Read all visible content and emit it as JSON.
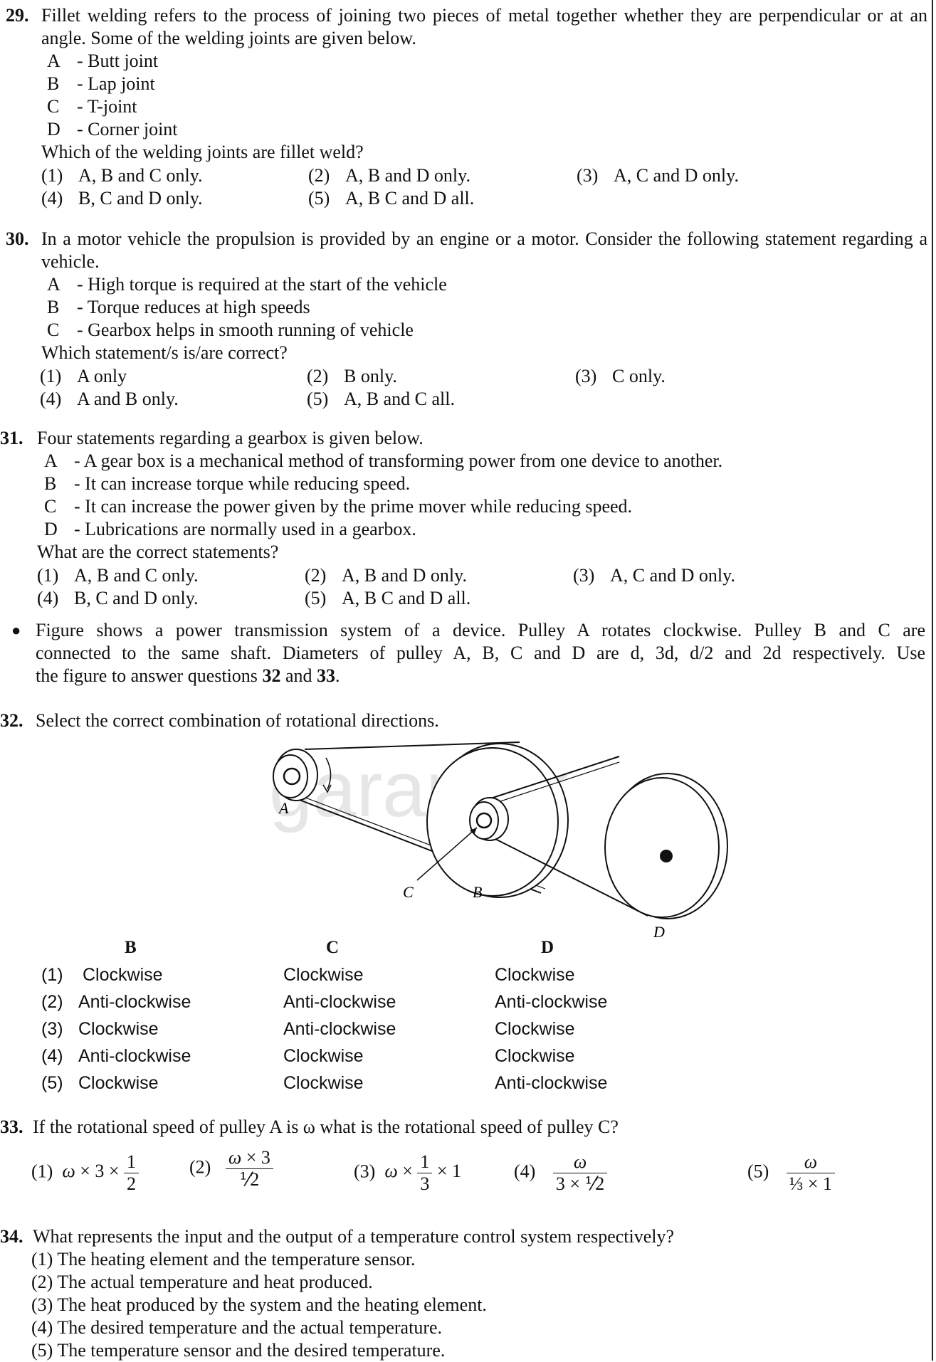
{
  "q29": {
    "number": "29.",
    "text": "Fillet welding refers to the process of joining two pieces of metal together whether they are perpendicular or at an angle. Some of the welding joints are given below.",
    "statements": [
      {
        "label": "A",
        "text": "- Butt joint"
      },
      {
        "label": "B",
        "text": "- Lap joint"
      },
      {
        "label": "C",
        "text": "- T-joint"
      },
      {
        "label": "D",
        "text": "- Corner joint"
      }
    ],
    "question": "Which of the welding joints are fillet weld?",
    "options": [
      {
        "n": "(1)",
        "text": "A, B and C only."
      },
      {
        "n": "(2)",
        "text": "A, B and D only."
      },
      {
        "n": "(3)",
        "text": "A, C and D only."
      },
      {
        "n": "(4)",
        "text": "B, C and D only."
      },
      {
        "n": "(5)",
        "text": "A, B C and D all."
      }
    ]
  },
  "q30": {
    "number": "30.",
    "text": "In a motor vehicle the propulsion is provided by an engine or a motor. Consider the following statement regarding a vehicle.",
    "statements": [
      {
        "label": "A",
        "text": "- High torque is required at the start of the vehicle"
      },
      {
        "label": "B",
        "text": "- Torque reduces at high speeds"
      },
      {
        "label": "C",
        "text": "- Gearbox helps in smooth running of vehicle"
      }
    ],
    "question": "Which statement/s is/are correct?",
    "options": [
      {
        "n": "(1)",
        "text": "A only"
      },
      {
        "n": "(2)",
        "text": "B only."
      },
      {
        "n": "(3)",
        "text": "C only."
      },
      {
        "n": "(4)",
        "text": "A and B only."
      },
      {
        "n": "(5)",
        "text": "A, B and C all."
      }
    ]
  },
  "q31": {
    "number": "31.",
    "text": "Four statements regarding a gearbox is given below.",
    "statements": [
      {
        "label": "A",
        "text": "- A gear box is a mechanical method of transforming power from one device to another."
      },
      {
        "label": "B",
        "text": "- It can increase torque while reducing speed."
      },
      {
        "label": "C",
        "text": "- It can increase the power given by the prime mover while reducing speed."
      },
      {
        "label": "D",
        "text": "- Lubrications are normally used in a gearbox."
      }
    ],
    "question": "What are the correct statements?",
    "options": [
      {
        "n": "(1)",
        "text": "A, B and C only."
      },
      {
        "n": "(2)",
        "text": "A, B and D only."
      },
      {
        "n": "(3)",
        "text": "A, C and D only."
      },
      {
        "n": "(4)",
        "text": "B, C and D only."
      },
      {
        "n": "(5)",
        "text": "A, B C and D all."
      }
    ]
  },
  "intro": {
    "line1": "Figure shows a power transmission system of a device. Pulley A rotates clockwise. Pulley B and C are",
    "line2": "connected to the same shaft. Diameters of pulley A, B, C and D are d, 3d, d/2 and 2d respectively. Use",
    "line3_prefix": "the figure to answer questions ",
    "line3_q1": "32",
    "line3_and": " and ",
    "line3_q2": "33",
    "line3_end": "."
  },
  "q32": {
    "number": "32.",
    "text": "Select the correct combination of rotational directions.",
    "figure_labels": {
      "a": "A",
      "b": "B",
      "c": "C",
      "d": "D"
    },
    "headers": [
      "B",
      "C",
      "D"
    ],
    "rows": [
      {
        "n": "(1)",
        "b": "Clockwise",
        "c": "Clockwise",
        "d": "Clockwise"
      },
      {
        "n": "(2)",
        "b": "Anti-clockwise",
        "c": "Anti-clockwise",
        "d": "Anti-clockwise"
      },
      {
        "n": "(3)",
        "b": "Clockwise",
        "c": "Anti-clockwise",
        "d": "Clockwise"
      },
      {
        "n": "(4)",
        "b": "Anti-clockwise",
        "c": "Clockwise",
        "d": "Clockwise"
      },
      {
        "n": "(5)",
        "b": "Clockwise",
        "c": "Clockwise",
        "d": "Anti-clockwise"
      }
    ]
  },
  "q33": {
    "number": "33.",
    "text": "If the rotational speed of pulley A is ω what is the rotational speed of pulley C?",
    "options": [
      "(1)",
      "(2)",
      "(3)",
      "(4)",
      "(5)"
    ]
  },
  "q34": {
    "number": "34.",
    "text": "What represents the input and the output of a temperature control system respectively?",
    "options": [
      "(1) The heating element and the temperature sensor.",
      "(2) The actual temperature and heat produced.",
      "(3) The heat produced by the system and the heating element.",
      "(4) The desired temperature and the actual temperature.",
      "(5) The temperature sensor and the desired temperature."
    ]
  },
  "watermark": "garam.lk"
}
